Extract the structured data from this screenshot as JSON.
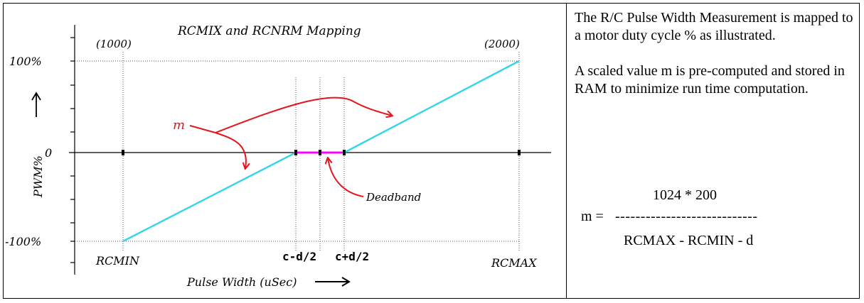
{
  "diagram": {
    "title": "RCMIX and RCNRM Mapping",
    "top_left_tick": "(1000)",
    "top_right_tick": "(2000)",
    "y_labels": {
      "top": "100%",
      "zero": "0",
      "bottom": "-100%"
    },
    "y_axis_label": "PWM%",
    "x_labels": {
      "min": "RCMIN",
      "c_minus": "c-d/2",
      "c_plus": "c+d/2",
      "max": "RCMAX"
    },
    "x_axis_label": "Pulse Width (uSec)",
    "m_label": "m",
    "deadband_label": "Deadband",
    "colors": {
      "ramp": "#33d6e8",
      "deadband": "#ff00ff",
      "annotation": "#e8141c"
    }
  },
  "notes": {
    "para1": "The R/C Pulse Width Measurement is mapped to a motor duty cycle % as illustrated.",
    "para2": "A scaled value m is pre-computed and stored in RAM to minimize run time computation.",
    "formula_numerator": "1024 * 200",
    "formula_lhs": "m =",
    "formula_bar": "----------------------------",
    "formula_denominator": "RCMAX - RCMIN - d"
  }
}
